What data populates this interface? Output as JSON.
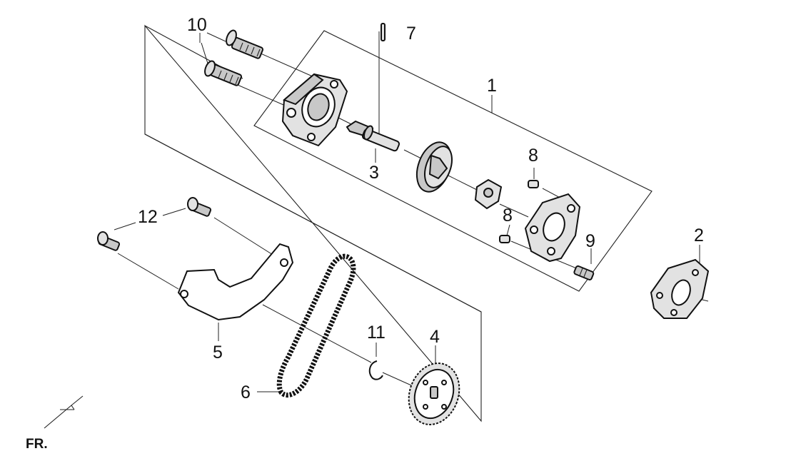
{
  "callouts": {
    "c1": "1",
    "c2": "2",
    "c3": "3",
    "c4": "4",
    "c5": "5",
    "c6": "6",
    "c7": "7",
    "c8a": "8",
    "c8b": "8",
    "c9": "9",
    "c10": "10",
    "c11": "11",
    "c12": "12"
  },
  "direction_label": "FR."
}
